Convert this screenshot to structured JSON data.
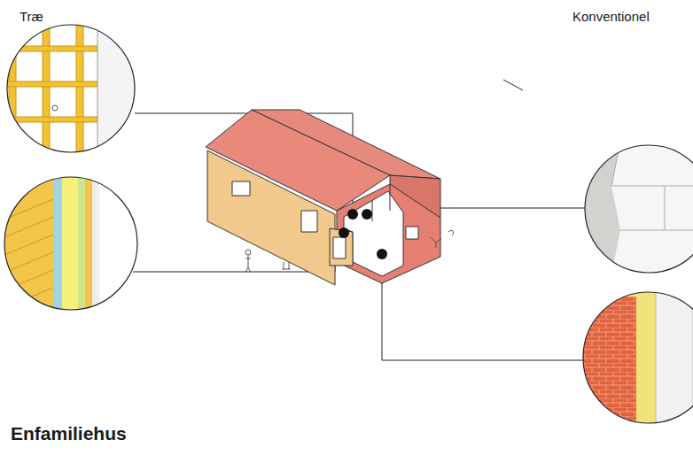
{
  "diagram": {
    "title": "Enfamiliehus",
    "labels": [
      "Træ",
      "Konventionel"
    ]
  }
}
